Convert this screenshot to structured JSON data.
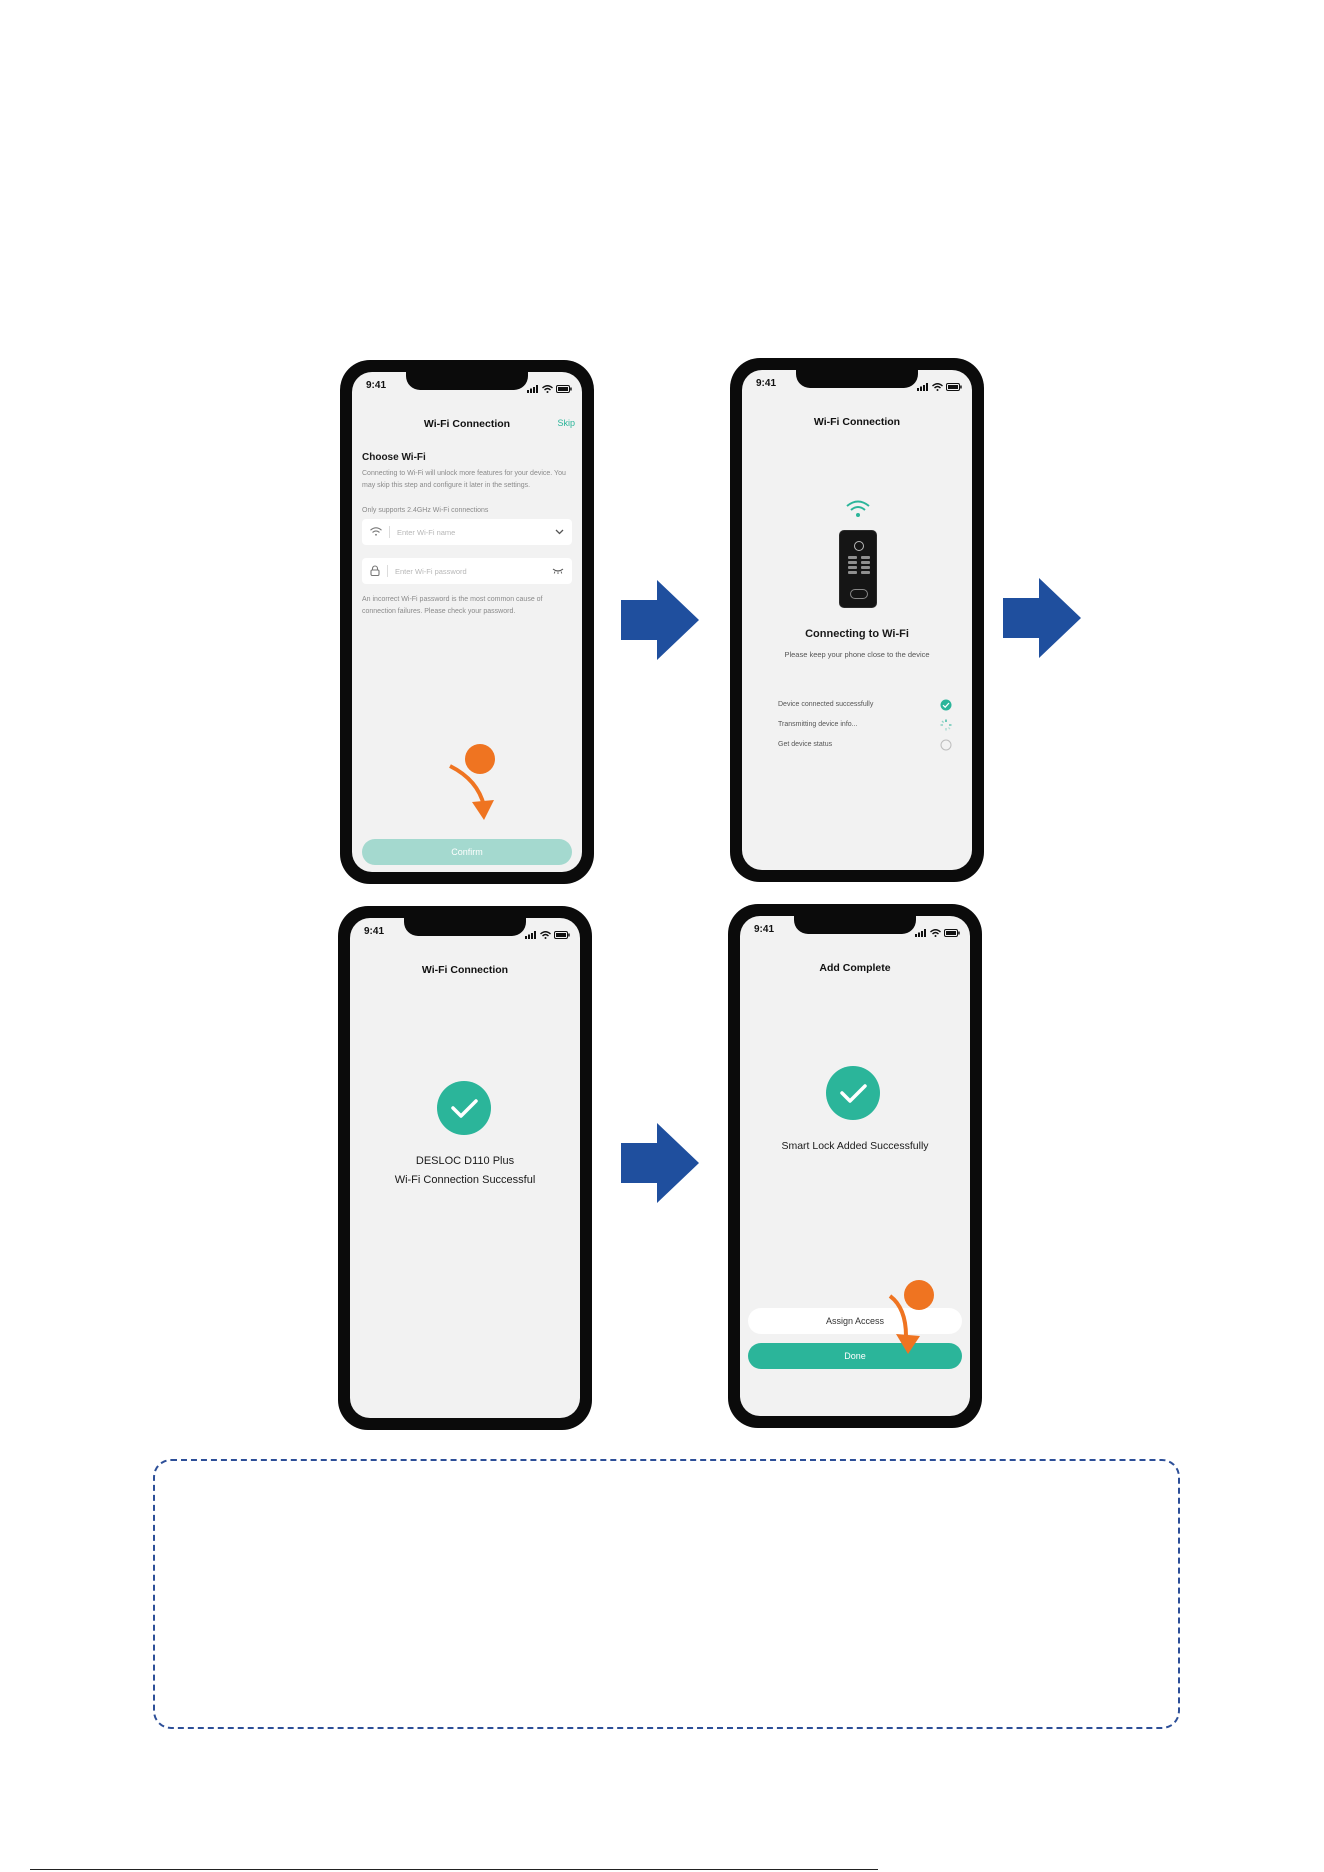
{
  "colors": {
    "accent": "#2bb59a",
    "accent_light": "#a4d9cf",
    "flow_arrow": "#1f4f9e",
    "highlight": "#ef7421",
    "frame": "#0b0b0b"
  },
  "screens": {
    "wifi_setup": {
      "time": "9:41",
      "title": "Wi-Fi Connection",
      "skip": "Skip",
      "heading": "Choose Wi-Fi",
      "description": "Connecting to Wi-Fi will unlock more features for your device. You may skip this step and configure it later in the settings.",
      "note": "Only supports 2.4GHz Wi-Fi connections",
      "wifi_name_placeholder": "Enter Wi-Fi name",
      "password_placeholder": "Enter Wi-Fi password",
      "hint": "An incorrect Wi-Fi password is the most common cause of connection failures. Please check your password.",
      "confirm": "Confirm",
      "icons": [
        "wifi-icon",
        "lock-icon",
        "chevron-down-icon",
        "eye-closed-icon"
      ]
    },
    "connecting": {
      "time": "9:41",
      "title": "Wi-Fi Connection",
      "heading": "Connecting to Wi-Fi",
      "subtitle": "Please keep your phone close to the device",
      "steps": [
        {
          "label": "Device connected successfully",
          "state": "done"
        },
        {
          "label": "Transmitting device info...",
          "state": "loading"
        },
        {
          "label": "Get device status",
          "state": "pending"
        }
      ]
    },
    "wifi_success": {
      "time": "9:41",
      "title": "Wi-Fi Connection",
      "device_name": "DESLOC D110 Plus",
      "message": "Wi-Fi Connection Successful"
    },
    "add_complete": {
      "time": "9:41",
      "title": "Add Complete",
      "message": "Smart Lock Added Successfully",
      "assign_access": "Assign Access",
      "done": "Done"
    }
  }
}
